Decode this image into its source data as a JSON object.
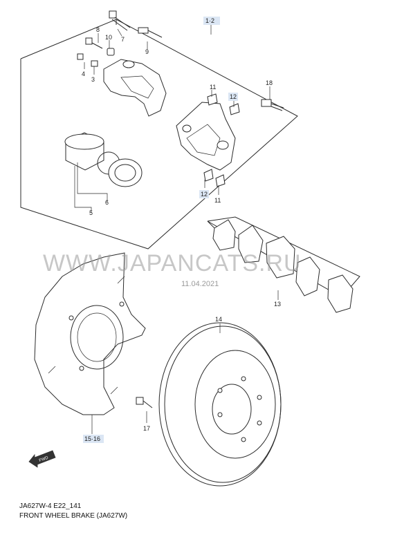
{
  "diagram": {
    "watermark": "WWW.JAPANCATS.RU",
    "watermark_date": "11.04.2021",
    "fwd_badge": "FWD",
    "footer_code": "JA627W-4 E22_141",
    "footer_title": "FRONT WHEEL BRAKE (JA627W)",
    "callouts": [
      {
        "id": "c-1-2",
        "text": "1·2",
        "highlight": true
      },
      {
        "id": "c-7",
        "text": "7",
        "highlight": false
      },
      {
        "id": "c-8",
        "text": "8",
        "highlight": false
      },
      {
        "id": "c-9",
        "text": "9",
        "highlight": false
      },
      {
        "id": "c-10",
        "text": "10",
        "highlight": false
      },
      {
        "id": "c-4",
        "text": "4",
        "highlight": false
      },
      {
        "id": "c-3",
        "text": "3",
        "highlight": false
      },
      {
        "id": "c-11a",
        "text": "11",
        "highlight": false
      },
      {
        "id": "c-12a",
        "text": "12",
        "highlight": true
      },
      {
        "id": "c-18",
        "text": "18",
        "highlight": false
      },
      {
        "id": "c-12b",
        "text": "12",
        "highlight": true
      },
      {
        "id": "c-11b",
        "text": "11",
        "highlight": false
      },
      {
        "id": "c-6",
        "text": "6",
        "highlight": false
      },
      {
        "id": "c-5",
        "text": "5",
        "highlight": false
      },
      {
        "id": "c-13",
        "text": "13",
        "highlight": false
      },
      {
        "id": "c-14",
        "text": "14",
        "highlight": false
      },
      {
        "id": "c-17",
        "text": "17",
        "highlight": false
      },
      {
        "id": "c-15-16",
        "text": "15·16",
        "highlight": true
      }
    ],
    "colors": {
      "line": "#2a2a2a",
      "highlight": "#dbe6f4",
      "watermark": "#9a9a9a"
    }
  }
}
